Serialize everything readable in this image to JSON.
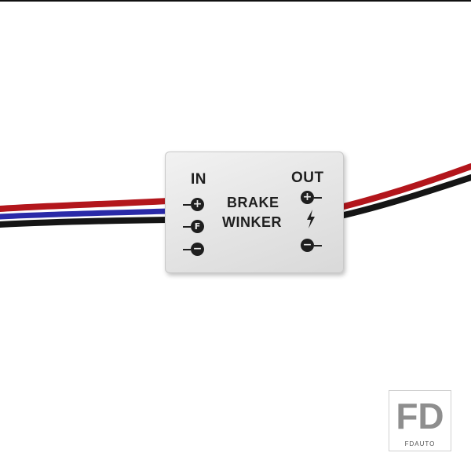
{
  "module": {
    "in_label": "IN",
    "out_label": "OUT",
    "brake_label": "BRAKE",
    "winker_label": "WINKER",
    "in_terminals": [
      {
        "symbol": "+",
        "icon": "plus-terminal-icon"
      },
      {
        "symbol": "F",
        "icon": "f-terminal-icon"
      },
      {
        "symbol": "−",
        "icon": "minus-terminal-icon"
      }
    ],
    "out_terminals": [
      {
        "symbol": "+",
        "icon": "plus-terminal-icon"
      },
      {
        "symbol": "−",
        "icon": "minus-terminal-icon"
      }
    ]
  },
  "logo": {
    "mark": "FD",
    "subtitle": "FDAUTO"
  },
  "colors": {
    "background": "#ffffff",
    "module_body": "#e6e6e6",
    "print": "#1f1f1f",
    "wire_red": "#b3161c",
    "wire_blue": "#2a2aa8",
    "wire_black": "#151515",
    "logo_gray": "#8e8e8e"
  }
}
